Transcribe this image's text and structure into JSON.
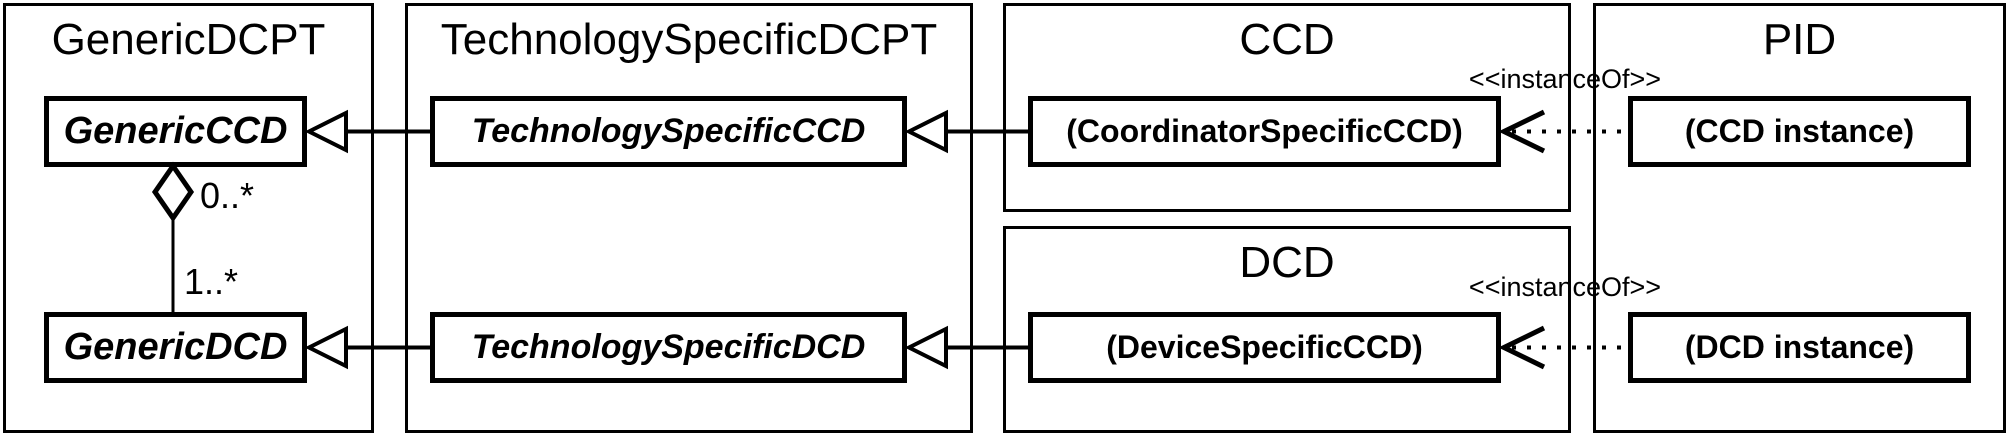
{
  "diagram": {
    "packages": {
      "generic_dcpt": {
        "title": "GenericDCPT"
      },
      "technology_specific_dcpt": {
        "title": "TechnologySpecificDCPT"
      },
      "ccd": {
        "title": "CCD"
      },
      "dcd": {
        "title": "DCD"
      },
      "pid": {
        "title": "PID"
      }
    },
    "classes": {
      "generic_ccd": {
        "label": "GenericCCD"
      },
      "generic_dcd": {
        "label": "GenericDCD"
      },
      "technology_specific_ccd": {
        "label": "TechnologySpecificCCD"
      },
      "technology_specific_dcd": {
        "label": "TechnologySpecificDCD"
      },
      "coordinator_specific_ccd": {
        "label": "(CoordinatorSpecificCCD)"
      },
      "device_specific_ccd": {
        "label": "(DeviceSpecificCCD)"
      },
      "ccd_instance": {
        "label": "(CCD instance)"
      },
      "dcd_instance": {
        "label": "(DCD instance)"
      }
    },
    "labels": {
      "aggregation_upper_multiplicity": "0..*",
      "aggregation_lower_multiplicity": "1..*",
      "instance_of_ccd": "<<instanceOf>>",
      "instance_of_dcd": "<<instanceOf>>"
    },
    "colors": {
      "stroke": "#000000",
      "background": "#ffffff"
    }
  }
}
